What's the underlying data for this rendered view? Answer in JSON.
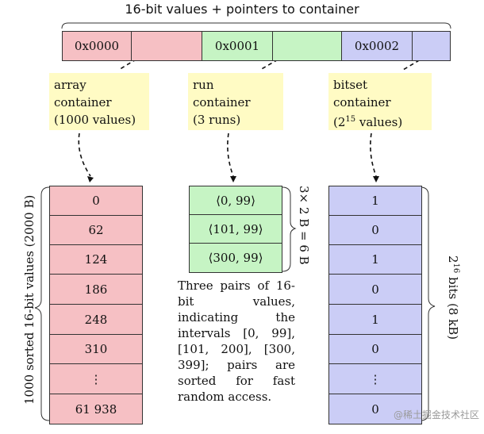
{
  "header": {
    "title": "16-bit values + pointers to container"
  },
  "keys": [
    {
      "key": "0x0000",
      "color": "#f6c0c4"
    },
    {
      "key": "0x0001",
      "color": "#c6f4c4"
    },
    {
      "key": "0x0002",
      "color": "#cbcdf6"
    }
  ],
  "labels": {
    "array": [
      "array",
      "container",
      "(1000 values)"
    ],
    "run": [
      "run",
      "container",
      "(3 runs)"
    ],
    "bitset_l1": "bitset",
    "bitset_l2": "container",
    "bitset_l3_pre": "(2",
    "bitset_l3_exp": "15",
    "bitset_l3_post": " values)"
  },
  "array_values": [
    "0",
    "62",
    "124",
    "186",
    "248",
    "310",
    "⋮",
    "61 938"
  ],
  "array_side_label": "1000 sorted 16-bit values (2000 B)",
  "runs": [
    "⟨0, 99⟩",
    "⟨101, 99⟩",
    "⟨300, 99⟩"
  ],
  "runs_side_label": "3× 2 B = 6 B",
  "runs_description": "Three pairs of 16-bit values, indicating the intervals [0, 99], [101, 200], [300, 399]; pairs are sorted for fast random access.",
  "bitset_values": [
    "1",
    "0",
    "1",
    "0",
    "1",
    "0",
    "⋮",
    "0"
  ],
  "bitset_side_label_base": "2",
  "bitset_side_label_exp": "16",
  "bitset_side_label_rest": " bits (8 kB)",
  "watermark": "@稀土掘金技术社区"
}
